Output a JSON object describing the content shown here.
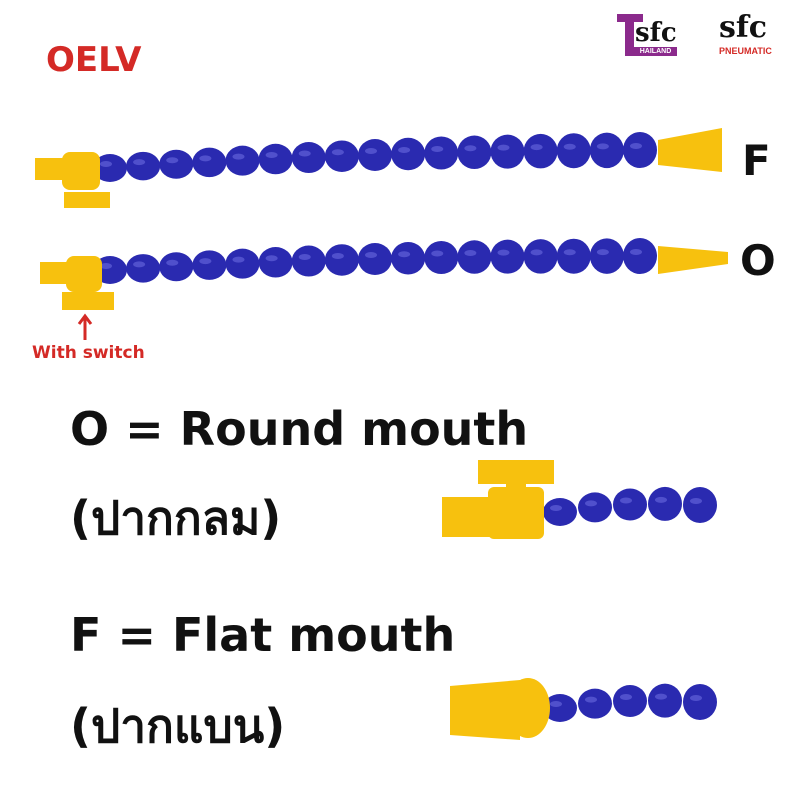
{
  "title": "OELV",
  "logos": {
    "tsfc": "Tsfc THAILAND",
    "sfc": "sfc PNEUMATIC"
  },
  "labels": {
    "flat": "F",
    "round": "O"
  },
  "switch_note": "With switch",
  "legend": [
    {
      "line1": "O = Round mouth",
      "line2": "(ปากกลม)"
    },
    {
      "line1": "F = Flat mouth",
      "line2": "(ปากแบน)"
    }
  ],
  "colors": {
    "hose": "#2a2ab0",
    "fitting": "#f7c10e",
    "accent": "#d42a26",
    "logo_purple": "#8b2a8c"
  }
}
